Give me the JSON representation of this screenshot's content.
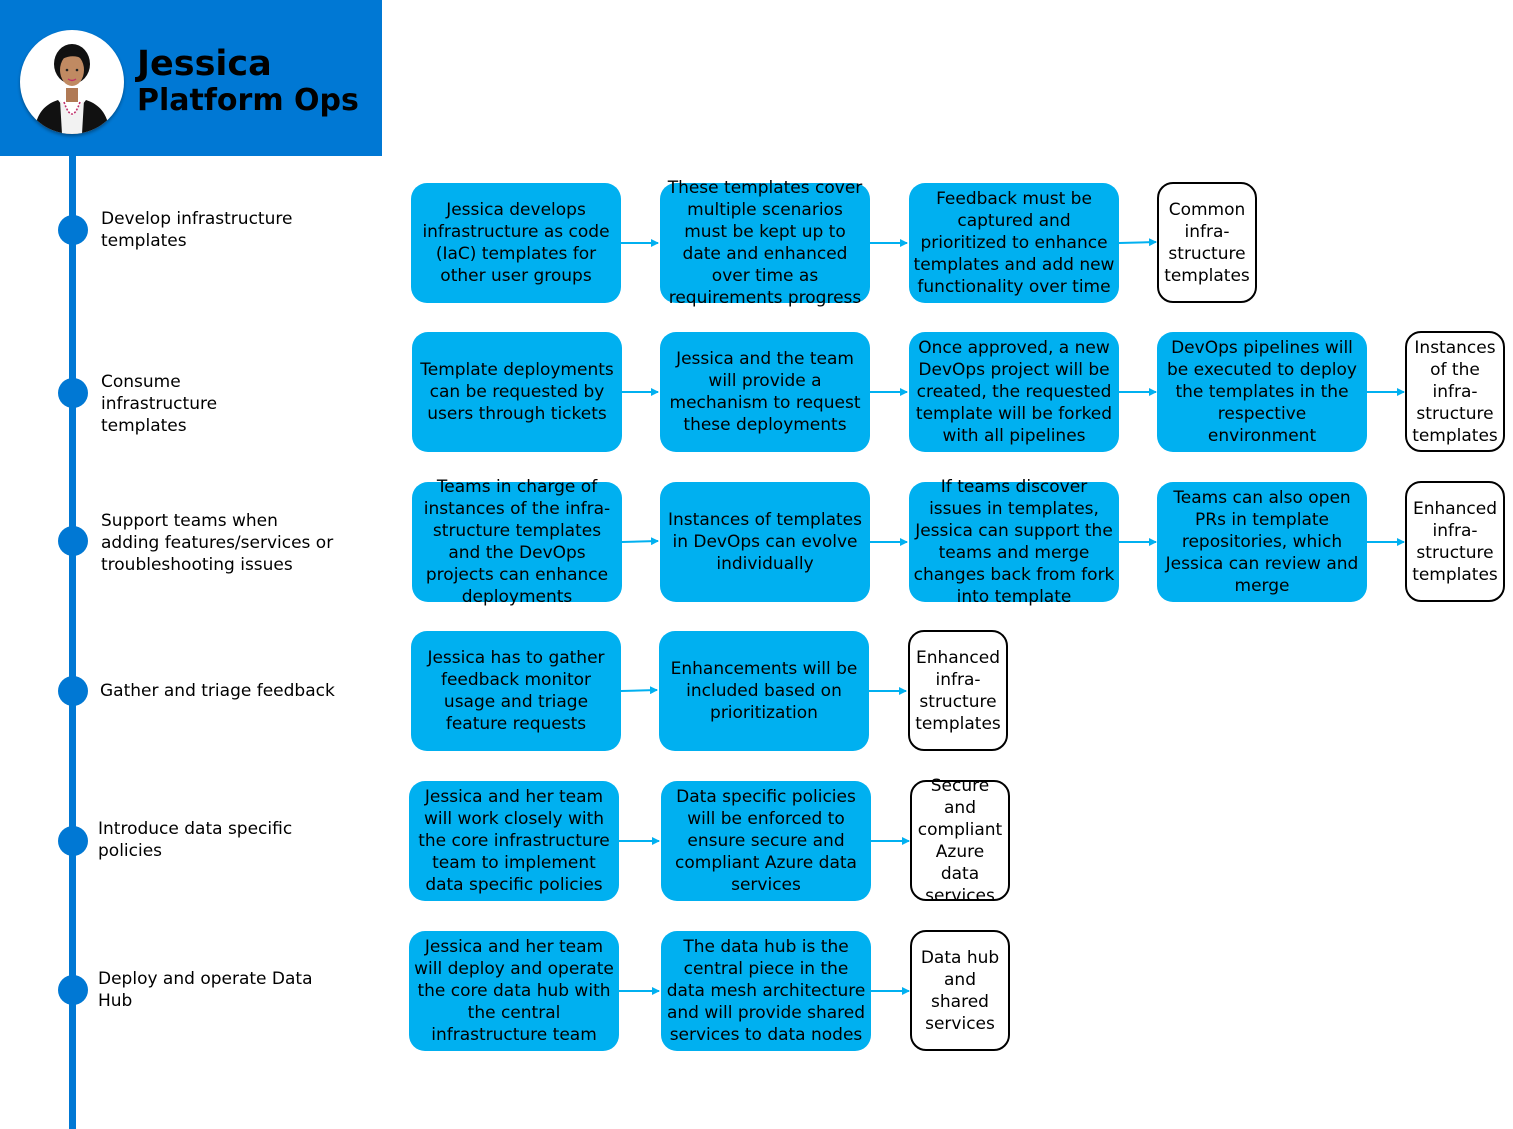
{
  "persona": {
    "name": "Jessica",
    "role": "Platform Ops",
    "avatar_icon": "person-avatar-icon"
  },
  "colors": {
    "brand": "#0078d4",
    "step_fill": "#00b0f0",
    "arrow": "#00b0f0",
    "outcome_border": "#000000"
  },
  "stages": [
    {
      "label": "Develop infrastructure templates",
      "steps": [
        "Jessica develops infrastructure  as code (IaC) templates for other user groups",
        "These templates cover multiple scenarios must be kept up to date and enhanced  over time as requirements  progress",
        "Feedback must be captured and prioritized to enhance templates and add new functionality  over time"
      ],
      "outcome": "Common infra-structure templates"
    },
    {
      "label": "Consume infrastructure templates",
      "steps": [
        "Template deployments can be requested by users through tickets",
        "Jessica and the team will provide a mechanism to request these deployments",
        "Once approved, a new DevOps project will be created,  the requested template will be forked with all pipelines",
        "DevOps pipelines  will be executed  to deploy the templates in the respective environment"
      ],
      "outcome": "Instances of the infra-structure templates"
    },
    {
      "label": "Support teams when adding features/services  or troubleshooting issues",
      "steps": [
        "Teams in charge of instances  of the infra-structure templates and the DevOps projects can enhance deployments",
        "Instances of templates in DevOps can evolve individually",
        "If teams discover issues in templates, Jessica can support the teams and merge changes back from fork into template",
        "Teams can also open PRs in template repositories, which Jessica can review  and merge"
      ],
      "outcome": "Enhanced infra-structure templates"
    },
    {
      "label": "Gather  and triage  feedback",
      "steps": [
        "Jessica has to gather feedback monitor usage and triage feature requests",
        "Enhancements  will be included  based on prioritization"
      ],
      "outcome": "Enhanced infra-structure templates"
    },
    {
      "label": "Introduce  data specific policies",
      "steps": [
        "Jessica and her team will work closely with the core infrastructure team to implement data specific policies",
        "Data specific policies will be enforced  to ensure secure  and compliant  Azure data services"
      ],
      "outcome": "Secure and compliant Azure data services"
    },
    {
      "label": "Deploy and operate Data Hub",
      "steps": [
        "Jessica and her team will deploy and operate the core data hub with the  central infrastructure  team",
        "The data hub is the central  piece in the data mesh architecture  and will provide shared services to data nodes"
      ],
      "outcome": "Data hub and shared services"
    }
  ]
}
